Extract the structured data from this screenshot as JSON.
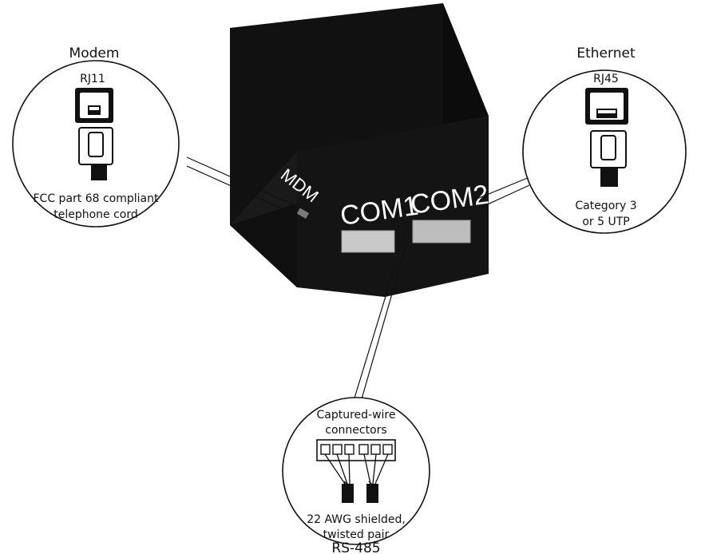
{
  "device": {
    "port_labels": {
      "mdm": "MDM",
      "com1": "COM1",
      "com2": "COM2"
    }
  },
  "callouts": {
    "modem": {
      "title": "Modem",
      "connector": "RJ11",
      "caption_line1": "FCC part 68 compliant",
      "caption_line2": "telephone cord"
    },
    "ethernet": {
      "title": "Ethernet",
      "connector": "RJ45",
      "caption_line1": "Category 3",
      "caption_line2": "or 5 UTP"
    },
    "rs485": {
      "title": "RS-485",
      "header_line1": "Captured-wire",
      "header_line2": "connectors",
      "caption_line1": "22 AWG shielded,",
      "caption_line2": "twisted pair"
    }
  }
}
